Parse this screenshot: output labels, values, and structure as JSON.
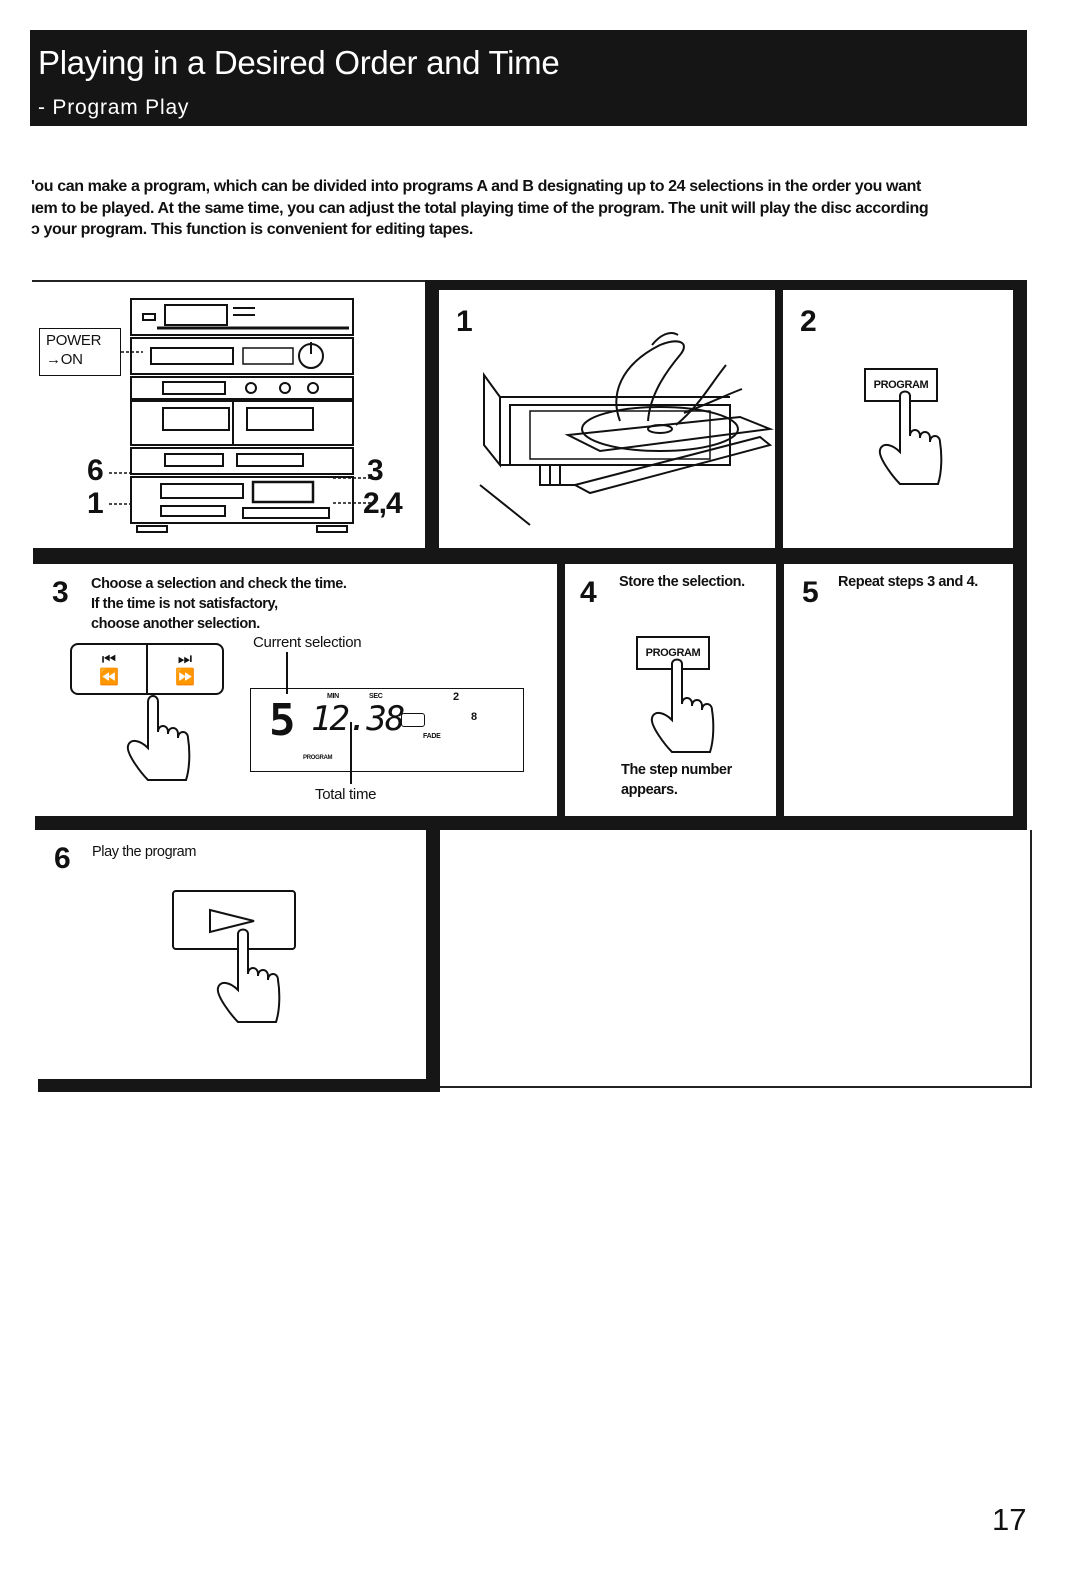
{
  "header": {
    "title": "Playing in a Desired Order and Time",
    "subtitle": "- Program Play"
  },
  "intro": {
    "lines": [
      "'ou can make a program, which can be divided into programs A and B designating up to 24 selections in the order you want",
      "ıem to be played. At the same time, you can adjust the total playing time of the program. The unit will play the disc according",
      "ɔ your program. This function is convenient for editing tapes."
    ]
  },
  "overview": {
    "power_label_line1": "POWER",
    "power_label_line2": "→ON",
    "callout_6": "6",
    "callout_1": "1",
    "callout_3": "3",
    "callout_24": "2,4"
  },
  "steps": {
    "step1": {
      "number": "1"
    },
    "step2": {
      "number": "2",
      "button_label": "PROGRAM"
    },
    "step3": {
      "number": "3",
      "text_line1": "Choose a selection and check the time.",
      "text_line2": "If the time is not satisfactory,",
      "text_line3": "choose another selection.",
      "current_selection_label": "Current selection",
      "total_time_label": "Total time",
      "display": {
        "step_digit": "5",
        "time": "12.38",
        "min_label": "MIN",
        "sec_label": "SEC",
        "program_label": "PROGRAM",
        "fade_label": "FADE",
        "num_2": "2",
        "num_8": "8"
      }
    },
    "step4": {
      "number": "4",
      "text": "Store the selection.",
      "button_label": "PROGRAM",
      "note_line1": "The step number",
      "note_line2": "appears."
    },
    "step5": {
      "number": "5",
      "text": "Repeat steps 3 and 4."
    },
    "step6": {
      "number": "6",
      "text": "Play the program"
    }
  },
  "page_number": "17"
}
